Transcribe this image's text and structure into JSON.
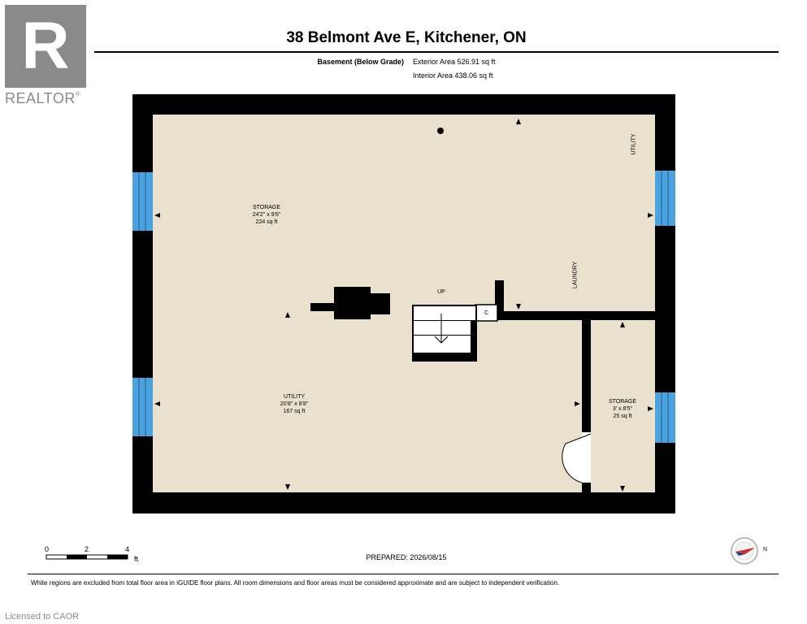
{
  "brand": {
    "logo_letter": "R",
    "wordmark": "REALTOR",
    "trademark": "®",
    "color": "#8a8a8a"
  },
  "header": {
    "address": "38 Belmont Ave E, Kitchener, ON",
    "level_name": "Basement (Below Grade)",
    "exterior_area": "Exterior Area 526.91 sq ft",
    "interior_area": "Interior Area 438.06 sq ft"
  },
  "rooms": {
    "storage_main": {
      "name": "STORAGE",
      "dims": "24'2\" x 9'6\"",
      "area": "224 sq ft"
    },
    "utility_main": {
      "name": "UTILITY",
      "dims": "20'8\" x 8'8\"",
      "area": "167 sq ft"
    },
    "storage_small": {
      "name": "STORAGE",
      "dims": "3' x 8'5\"",
      "area": "25 sq ft"
    },
    "utility_label": "UTILITY",
    "laundry_label": "LAUNDRY",
    "stairs_label": "UP",
    "closet_label": "C"
  },
  "colors": {
    "floor": "#e9e1ce",
    "wall": "#000000",
    "window": "#4aa3df"
  },
  "scale_bar": {
    "ticks": [
      "0",
      "2",
      "4"
    ],
    "unit": "ft"
  },
  "prepared": "PREPARED: 2026/08/15",
  "compass": {
    "label": "N"
  },
  "footer": {
    "disclaimer": "White regions are excluded from total floor area in iGUIDE floor plans. All room dimensions and floor areas must be considered approximate and are subject to independent verification.",
    "license": "Licensed to CAOR"
  }
}
